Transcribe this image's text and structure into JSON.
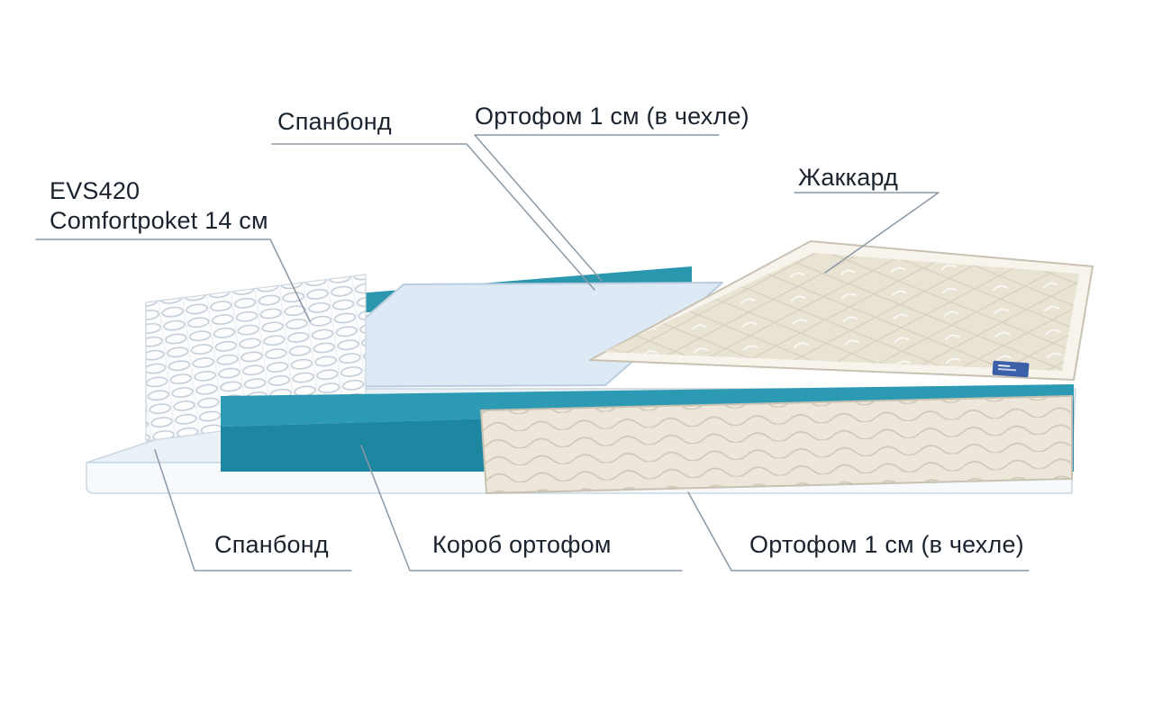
{
  "diagram": {
    "labels": {
      "spunbond_top": "Спанбонд",
      "ortofom_top": "Ортофом 1 см (в чехле)",
      "jacquard": "Жаккард",
      "evs_line1": "EVS420",
      "evs_line2": "Comfortpoket 14 см",
      "spunbond_bottom": "Спанбонд",
      "korob": "Короб ортофом",
      "ortofom_bottom": "Ортофом 1 см (в чехле)"
    },
    "colors": {
      "base_top": "#e9f0f6",
      "base_front": "#f7fafd",
      "teal_rim": "#2b97ae",
      "teal_top": "#2b9ab2",
      "teal_front": "#1d87a1",
      "sheet": "#dde9f4",
      "cover_tape": "#f7f4ec",
      "cover_quilt": "#e9e3d4",
      "side_panel": "#ece7da",
      "tag_blue": "#3b5fa8",
      "leader_line": "#8a99a7",
      "text": "#1b232e"
    }
  }
}
